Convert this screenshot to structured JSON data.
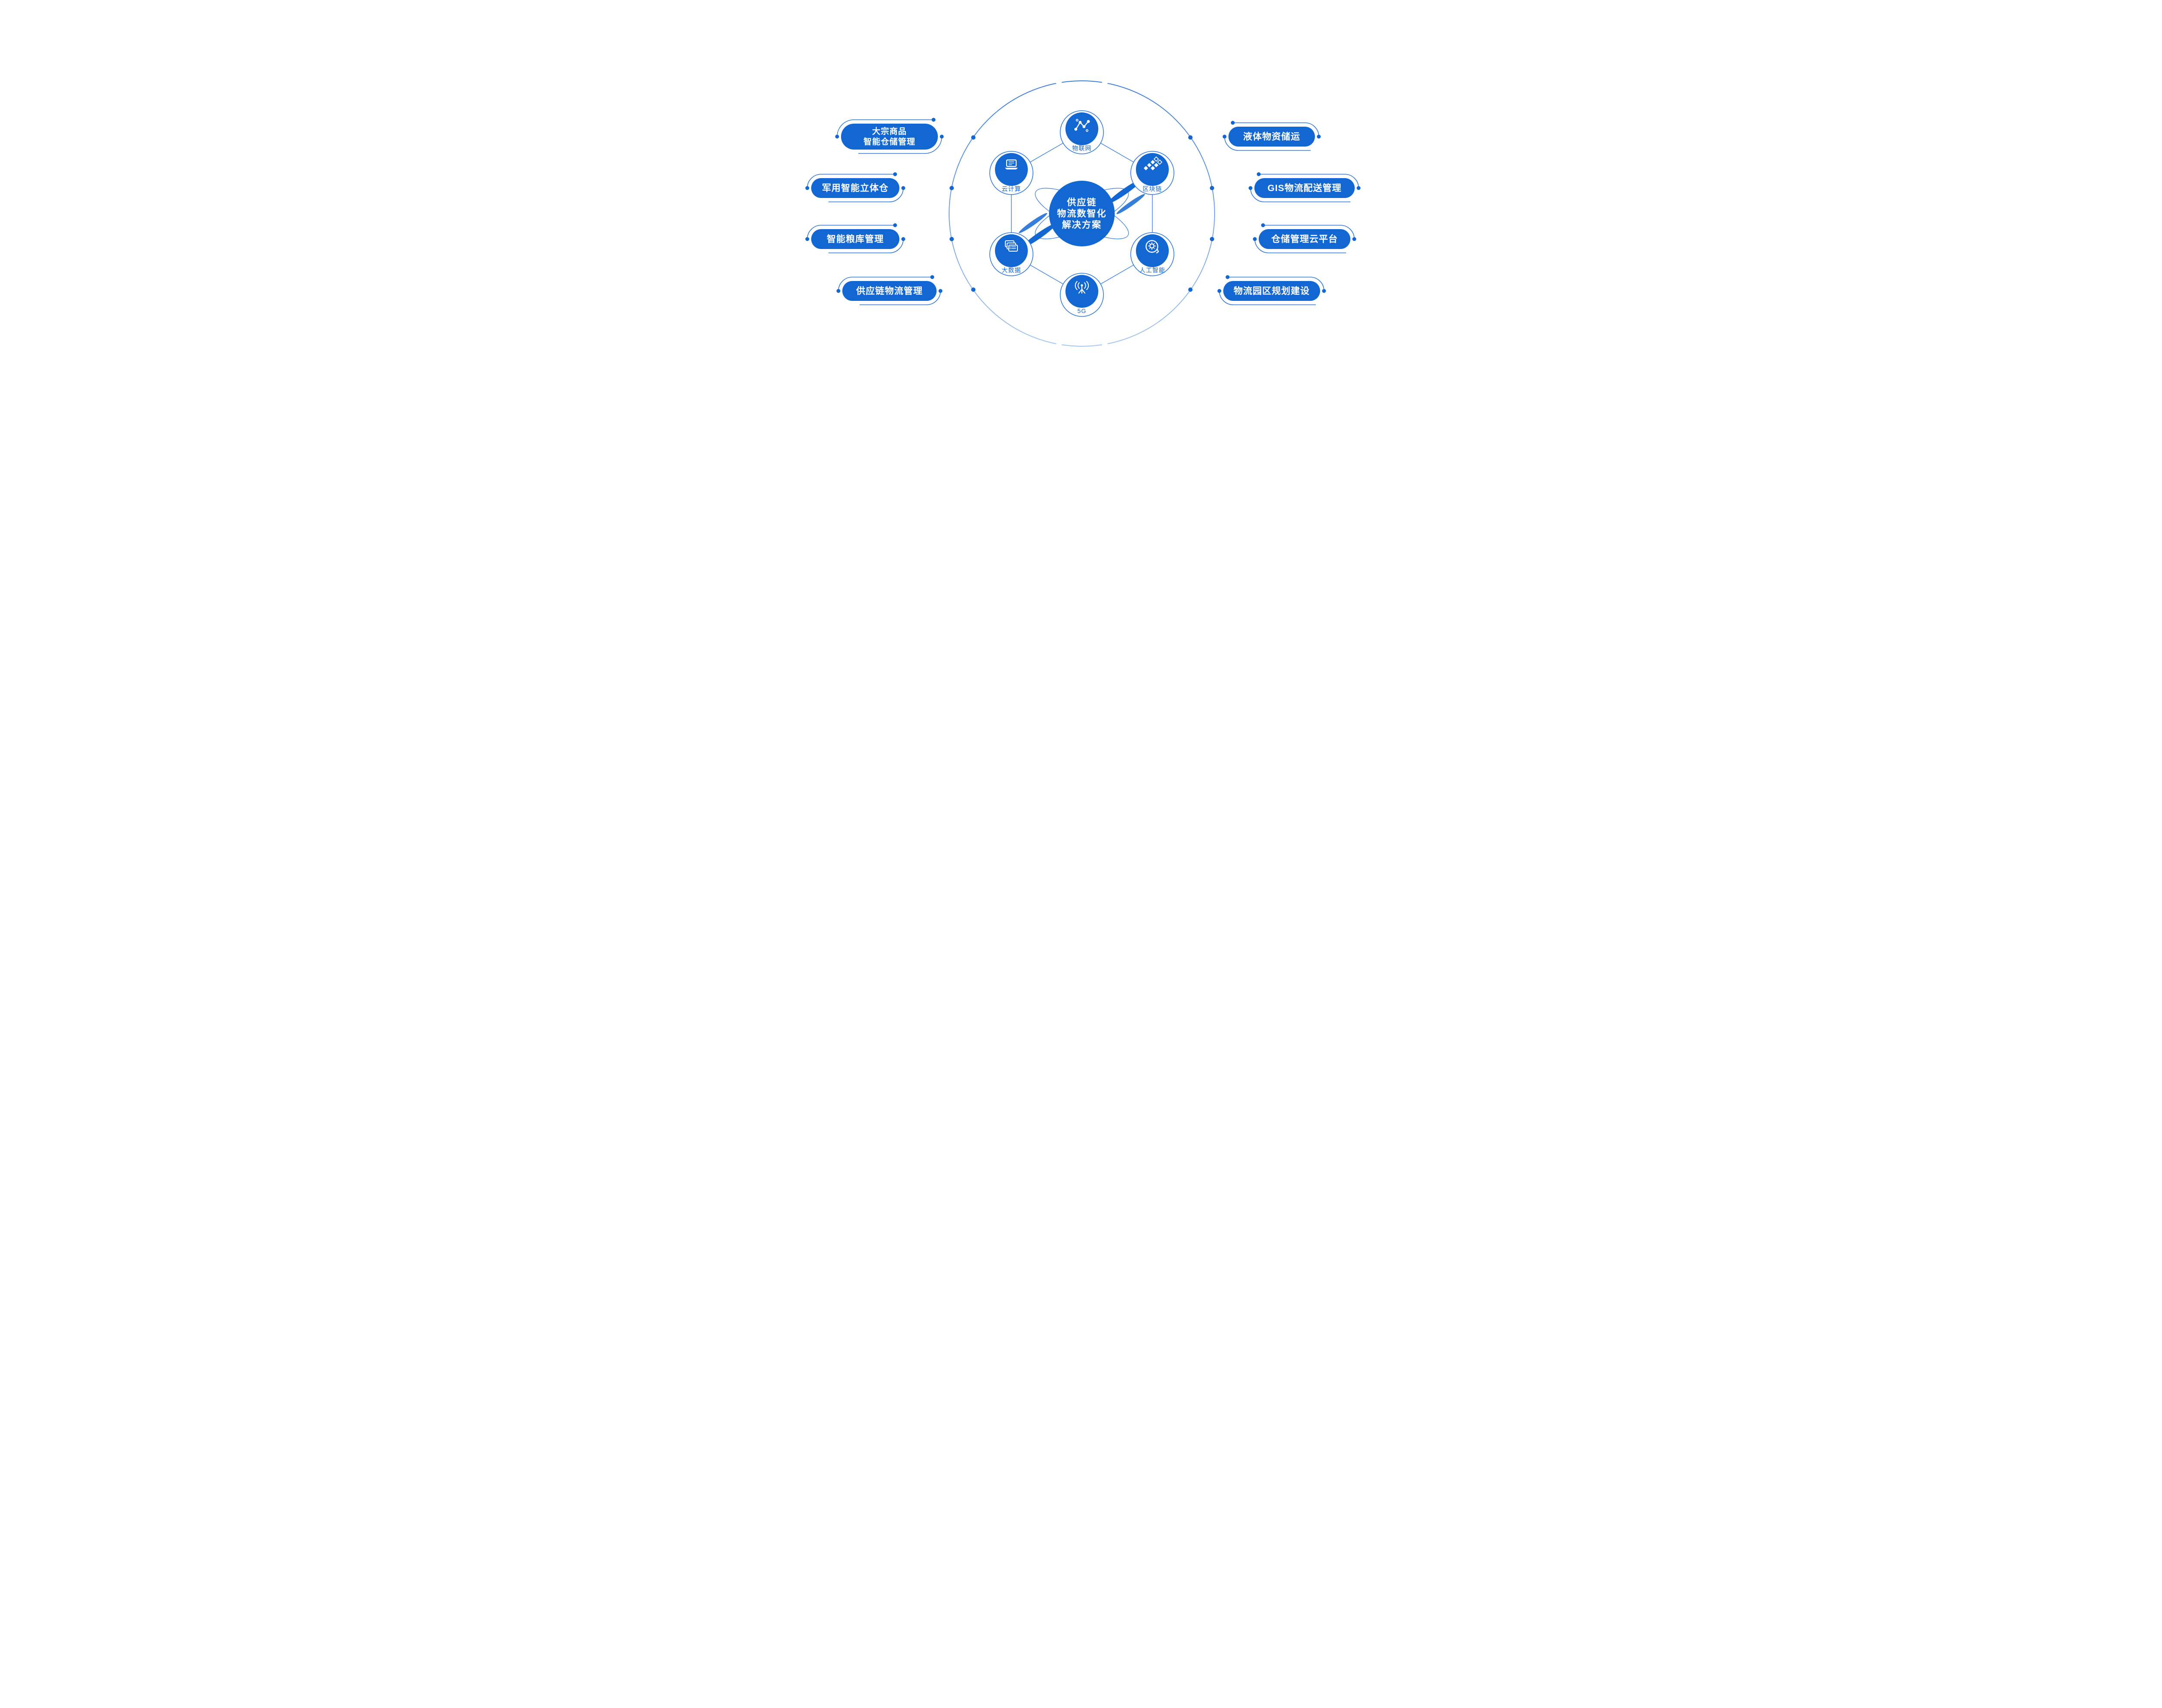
{
  "colors": {
    "primary": "#1267d2",
    "line": "#2d78da",
    "ring": "#4c88dd"
  },
  "center": {
    "line1": "供应链",
    "line2": "物流数智化",
    "line3": "解决方案"
  },
  "nodes": [
    {
      "id": "iot",
      "label": "物联网",
      "icon": "network-nodes-icon"
    },
    {
      "id": "blockchain",
      "label": "区块链",
      "icon": "block-cluster-icon"
    },
    {
      "id": "ai",
      "label": "人工智能",
      "icon": "head-gear-icon"
    },
    {
      "id": "5g",
      "label": "5G",
      "icon": "antenna-icon"
    },
    {
      "id": "bigdata",
      "label": "大数据",
      "icon": "stacked-documents-icon"
    },
    {
      "id": "cloud",
      "label": "云计算",
      "icon": "laptop-icon"
    }
  ],
  "left_items": [
    {
      "lines": [
        "大宗商品",
        "智能仓储管理"
      ]
    },
    {
      "lines": [
        "军用智能立体仓"
      ]
    },
    {
      "lines": [
        "智能粮库管理"
      ]
    },
    {
      "lines": [
        "供应链物流管理"
      ]
    }
  ],
  "right_items": [
    {
      "lines": [
        "液体物资储运"
      ]
    },
    {
      "lines": [
        "GIS物流配送管理"
      ]
    },
    {
      "lines": [
        "仓储管理云平台"
      ]
    },
    {
      "lines": [
        "物流园区规划建设"
      ]
    }
  ]
}
